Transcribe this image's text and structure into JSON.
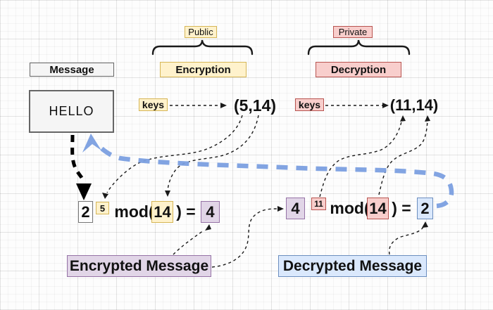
{
  "colors": {
    "yellow_fill": "#FFF2CC",
    "yellow_border": "#D6B656",
    "pink_fill": "#F8CECC",
    "pink_border": "#B85450",
    "purple_fill": "#E1D5E7",
    "purple_border": "#9673A6",
    "blue_fill": "#DAE8FC",
    "blue_border": "#6C8EBF",
    "gray_fill": "#F5F5F5",
    "gray_border": "#666666",
    "flow_arrow_blue": "#7B9FE0",
    "connector_black": "#1a1a1a"
  },
  "message": {
    "label": "Message",
    "value": "HELLO"
  },
  "public_section": {
    "tag": "Public",
    "header": "Encryption",
    "keys_label": "keys",
    "key_pair": "(5,14)"
  },
  "private_section": {
    "tag": "Private",
    "header": "Decryption",
    "keys_label": "keys",
    "key_pair": "(11,14)"
  },
  "encryption_formula": {
    "base": "2",
    "exponent": "5",
    "mod_open": "mod(",
    "modulus": "14",
    "close_equals": ") =",
    "result": "4"
  },
  "decryption_formula": {
    "base": "4",
    "exponent": "11",
    "mod_open": "mod(",
    "modulus": "14",
    "close_equals": ") =",
    "result": "2"
  },
  "outputs": {
    "encrypted_label": "Encrypted Message",
    "decrypted_label": "Decrypted Message"
  }
}
